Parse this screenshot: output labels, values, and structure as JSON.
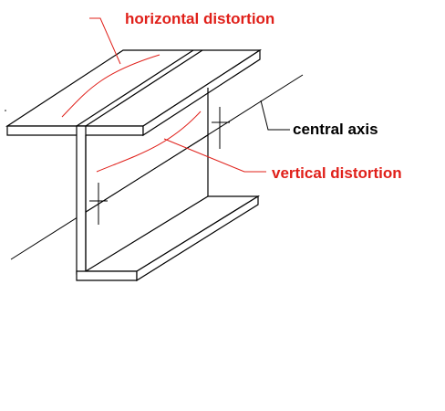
{
  "labels": {
    "horizontal": "horizontal distortion",
    "vertical": "vertical distortion",
    "axis": "central axis"
  },
  "colors": {
    "annotation": "#e0201a",
    "line": "#000000",
    "background": "#ffffff"
  }
}
